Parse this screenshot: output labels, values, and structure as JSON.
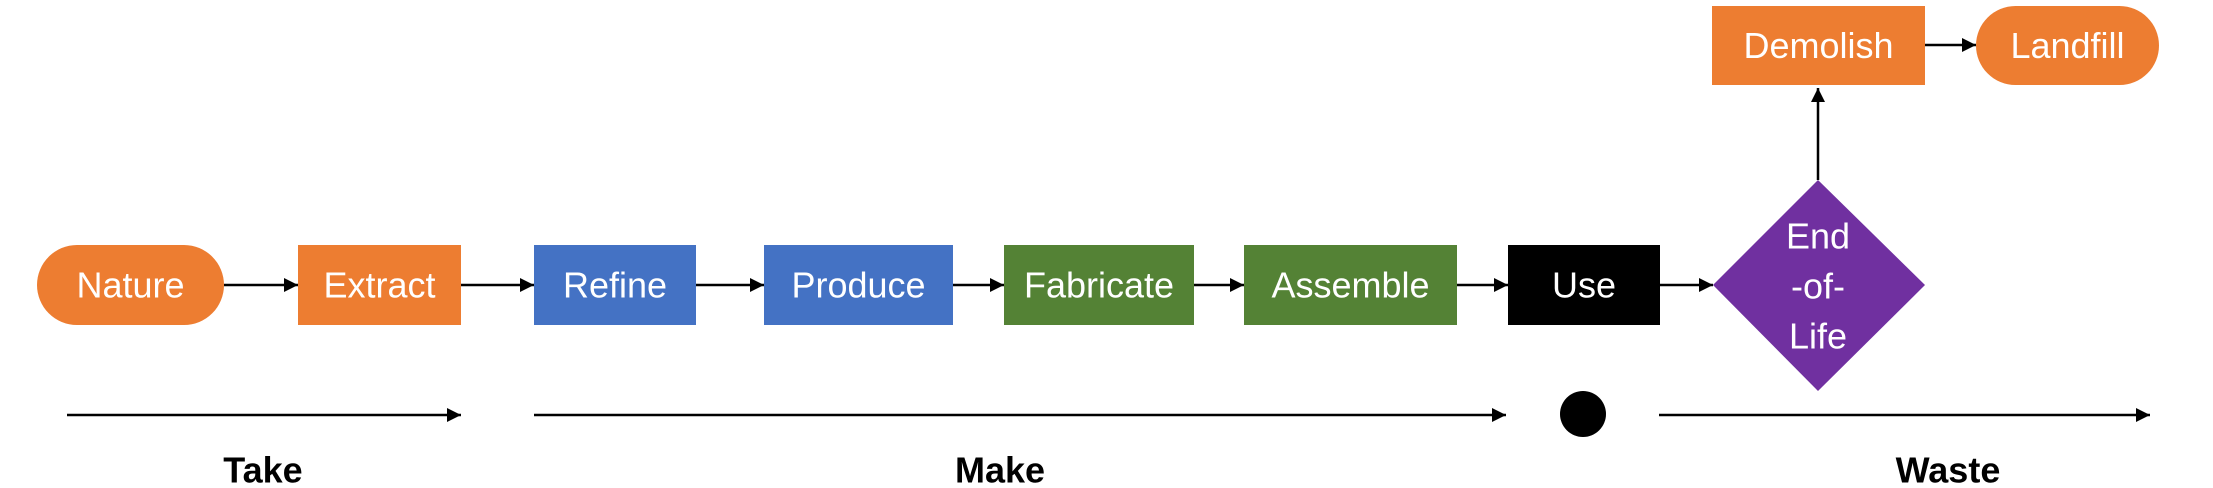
{
  "colors": {
    "take": "#ed7d31",
    "make_refine": "#4472c4",
    "make_fabricate": "#548235",
    "use": "#000000",
    "end_of_life": "#7030a0",
    "arrow": "#000000",
    "text_on_node": "#ffffff",
    "phase_text": "#000000"
  },
  "nodes": {
    "nature": "Nature",
    "extract": "Extract",
    "refine": "Refine",
    "produce": "Produce",
    "fabricate": "Fabricate",
    "assemble": "Assemble",
    "use": "Use",
    "end_of_life_line1": "End",
    "end_of_life_line2": "-of-",
    "end_of_life_line3": "Life",
    "demolish": "Demolish",
    "landfill": "Landfill"
  },
  "phases": {
    "take": "Take",
    "make": "Make",
    "waste": "Waste"
  }
}
